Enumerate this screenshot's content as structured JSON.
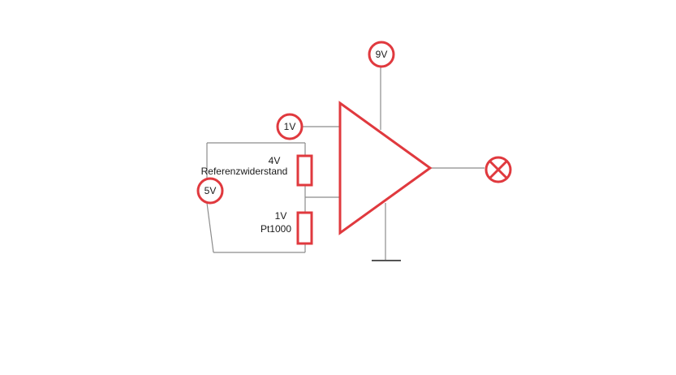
{
  "nodes": {
    "supply": "9V",
    "input": "1V",
    "bridge": "5V"
  },
  "components": {
    "reference_resistor": {
      "voltage": "4V",
      "name": "Referenzwiderstand"
    },
    "sensor_resistor": {
      "voltage": "1V",
      "name": "Pt1000"
    }
  },
  "colors": {
    "accent": "#e0393e",
    "wire": "#8c8c8c"
  },
  "icons": [
    "lamp-icon",
    "ground-icon",
    "op-amp-icon",
    "resistor-icon"
  ]
}
